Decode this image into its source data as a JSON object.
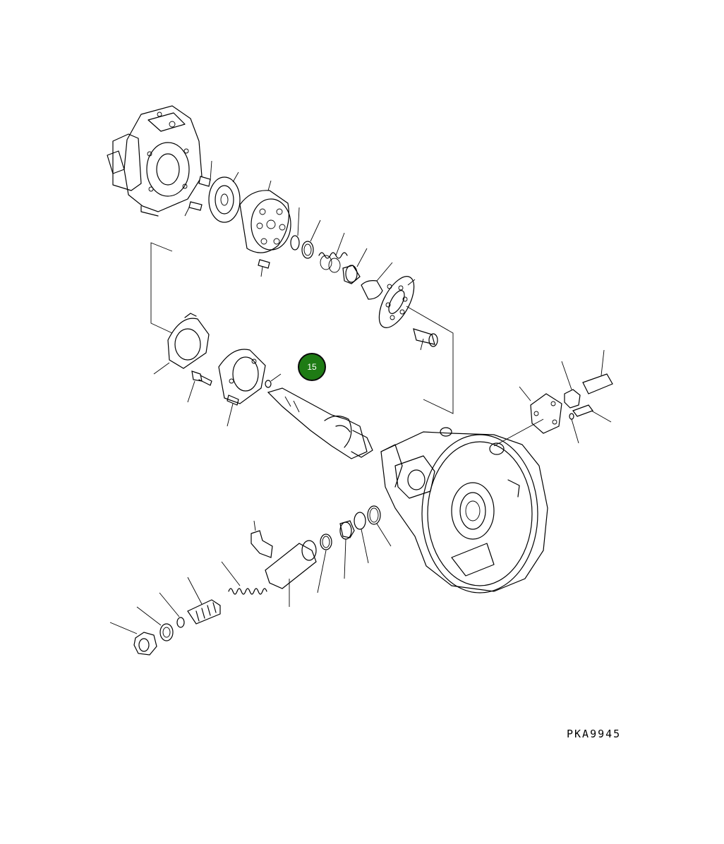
{
  "drawing_number": "PKA9945",
  "callouts": [
    {
      "label": "15",
      "color": "#1e7b14"
    }
  ],
  "parts": [
    "rear-pump-housing",
    "pin",
    "valve-plate",
    "cylinder-block",
    "snap-ring",
    "retainer-ring",
    "spring",
    "spherical-bushing",
    "ball-guide",
    "retainer-plate",
    "piston",
    "swash-plate-holder",
    "swash-plate",
    "bolt",
    "pin",
    "drive-shaft",
    "front-pump-housing",
    "flange",
    "plug",
    "o-ring",
    "servo-piston",
    "spring",
    "adjusting-screw",
    "o-ring",
    "washer",
    "lock-nut"
  ]
}
